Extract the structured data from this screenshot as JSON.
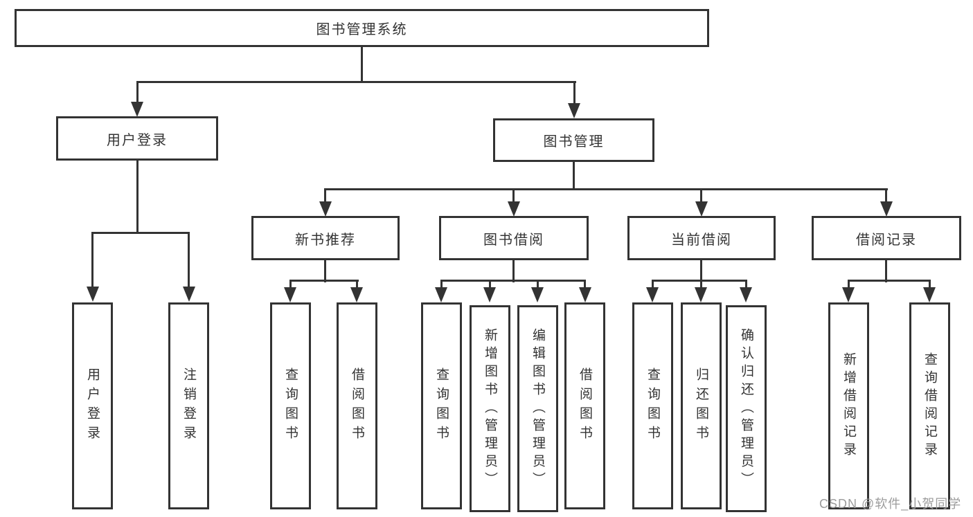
{
  "colors": {
    "line": "#333333",
    "text": "#333333",
    "watermark": "#9c9c9c",
    "background": "#ffffff"
  },
  "nodes": {
    "root": "图书管理系统",
    "user_login": "用户登录",
    "book_management": "图书管理",
    "new_book_recommend": "新书推荐",
    "book_borrow": "图书借阅",
    "current_borrow": "当前借阅",
    "borrow_record": "借阅记录"
  },
  "leaves": {
    "user_login": [
      "用户登录",
      "注销登录"
    ],
    "new_book_recommend": [
      "查询图书",
      "借阅图书"
    ],
    "book_borrow": [
      "查询图书",
      "新增图书（管理员）",
      "编辑图书（管理员）",
      "借阅图书"
    ],
    "current_borrow": [
      "查询图书",
      "归还图书",
      "确认归还（管理员）"
    ],
    "borrow_record": [
      "新增借阅记录",
      "查询借阅记录"
    ]
  },
  "watermark": "CSDN @软件_小贺同学"
}
